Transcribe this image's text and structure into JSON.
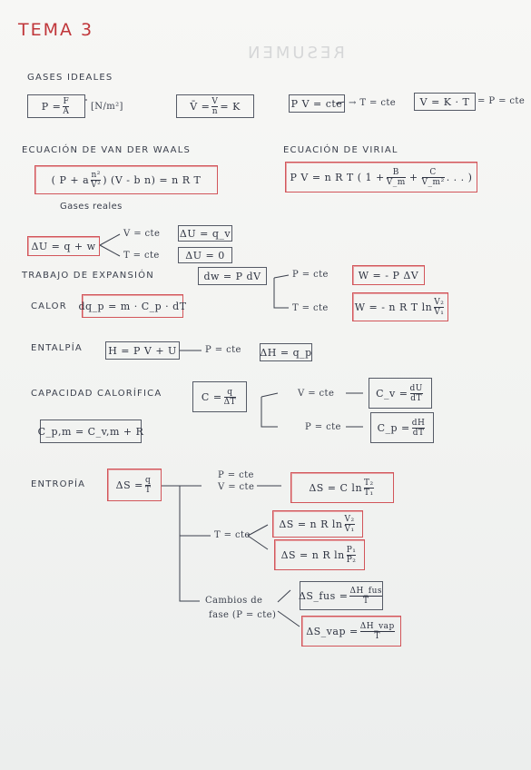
{
  "title": "TEMA 3",
  "ghost": "RESUMEN",
  "sections": {
    "gases": "GASES IDEALES",
    "vdw": "ECUACIÓN DE VAN DER WAALS",
    "virial": "ECUACIÓN DE VIRIAL",
    "reales": "Gases reales",
    "trabajo": "TRABAJO DE EXPANSIÓN",
    "calor": "CALOR",
    "entalpia": "ENTALPÍA",
    "capacidad": "CAPACIDAD CALORÍFICA",
    "entropia": "ENTROPÍA"
  },
  "formulas": {
    "presion_unit": "[N/m²]",
    "pv_cte": "P V = cte",
    "t_cte_arrow": "→ T = cte",
    "vkt_right": "= P = cte",
    "vdw_right": ") (V - b n) = n R T",
    "virial_left": "P V = n R T ( 1 +",
    "du": "ΔU = q + w",
    "v_cte": "V = cte",
    "t_cte": "T = cte",
    "du_qv": "ΔU = q_v",
    "du_zero": "ΔU = 0",
    "dw": "dw = P dV",
    "p_cte": "P = cte",
    "w_pdv": "W = - P ΔV",
    "t_cte2": "T = cte",
    "w_nrt": "W = - n R T ln",
    "dq": "dq_p = m · C_p · dT",
    "h": "H = P V + U",
    "p_cte_h": "P = cte",
    "dh": "ΔH = q_p",
    "c_eq": "C =",
    "v_cte_c": "V = cte",
    "cv": "C_v =",
    "p_cte_c": "P = cte",
    "cp": "C_p =",
    "cpm": "C_p,m = C_v,m + R",
    "ds": "ΔS =",
    "pv_cte_s1": "P = cte",
    "pv_cte_s2": "V = cte",
    "ds_c": "ΔS = C ln",
    "t_cte_s": "T = cte",
    "ds_nr1": "ΔS = n R ln",
    "ds_nr2": "ΔS = n R ln",
    "cambios1": "Cambios de",
    "cambios2": "fase (P = cte)",
    "ds_fus": "ΔS_fus =",
    "ds_vap": "ΔS_vap =",
    "h_fus": "ΔH_fus",
    "h_vap": "ΔH_vap",
    "f": "F",
    "a": "A",
    "p_eq": "P =",
    "vbar": "V̄ =",
    "v": "V",
    "n": "n",
    "k": "= K",
    "vkt": "V = K · T",
    "vdw_left": "( P + a",
    "n2": "n²",
    "v2": "V²",
    "b": "B",
    "c": "C",
    "vm": "V_m",
    "vm2": "V_m²",
    "virial_end": ". . . )",
    "v2s": "V₂",
    "v1s": "V₁",
    "q": "q",
    "dT": "ΔT",
    "dU": "dU",
    "dH": "dH",
    "dTd": "dT",
    "T": "T",
    "t2": "T₂",
    "t1": "T₁",
    "p1": "P₁",
    "p2": "P₂"
  }
}
